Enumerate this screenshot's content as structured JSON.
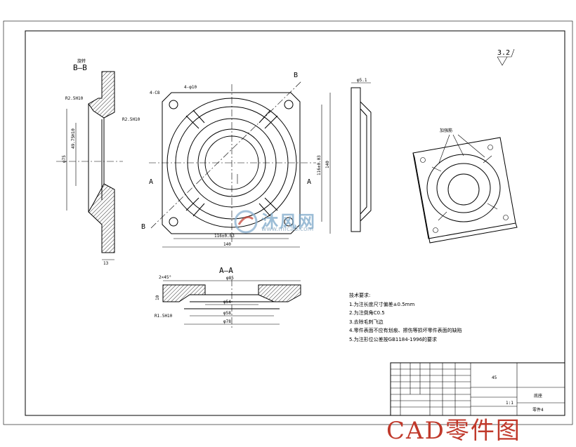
{
  "surface_finish": "3.2",
  "section_bb": {
    "title_cn": "旋转",
    "title": "B—B",
    "dims": {
      "r1": "R2.5H10",
      "r2": "R2.5H10",
      "d1": "49.75H10",
      "d2": "φ75",
      "w": "13"
    }
  },
  "front_view": {
    "label_a_left": "A",
    "label_a_right": "A",
    "label_b_top": "B",
    "label_b_bottom": "B",
    "chamfer": "4-C8",
    "holes": "4-φ10",
    "dim_inner_w": "116±0.03",
    "dim_w": "140",
    "dim_inner_h": "116±0.03",
    "dim_h": "140"
  },
  "side_view": {
    "dim_top": "φ5.1"
  },
  "iso_view": {
    "label": "加强筋"
  },
  "section_aa": {
    "title": "A—A",
    "dims": {
      "top_left": "2×45°",
      "d1": "φ85",
      "d2": "φ54",
      "d3": "φ58",
      "d4": "φ78",
      "side": "10",
      "r": "R1.5H10"
    }
  },
  "notes": {
    "title": "技术要求:",
    "items": [
      "1.为注长度尺寸偏差±0.5mm",
      "2.为注倒角C0.5",
      "3.去除毛刺飞边",
      "4.零件表面不应有划痕、擦伤等损坏零件表面的缺陷",
      "5.为注形位公差按GB1184-1996的要求"
    ]
  },
  "title_block": {
    "material": "45",
    "part_name": "底座",
    "drawing_no": "零件4",
    "scale": "1:1"
  },
  "watermark": {
    "name": "沐风网",
    "url": "www.mfcad.com"
  },
  "footer_brand": "CAD零件图"
}
